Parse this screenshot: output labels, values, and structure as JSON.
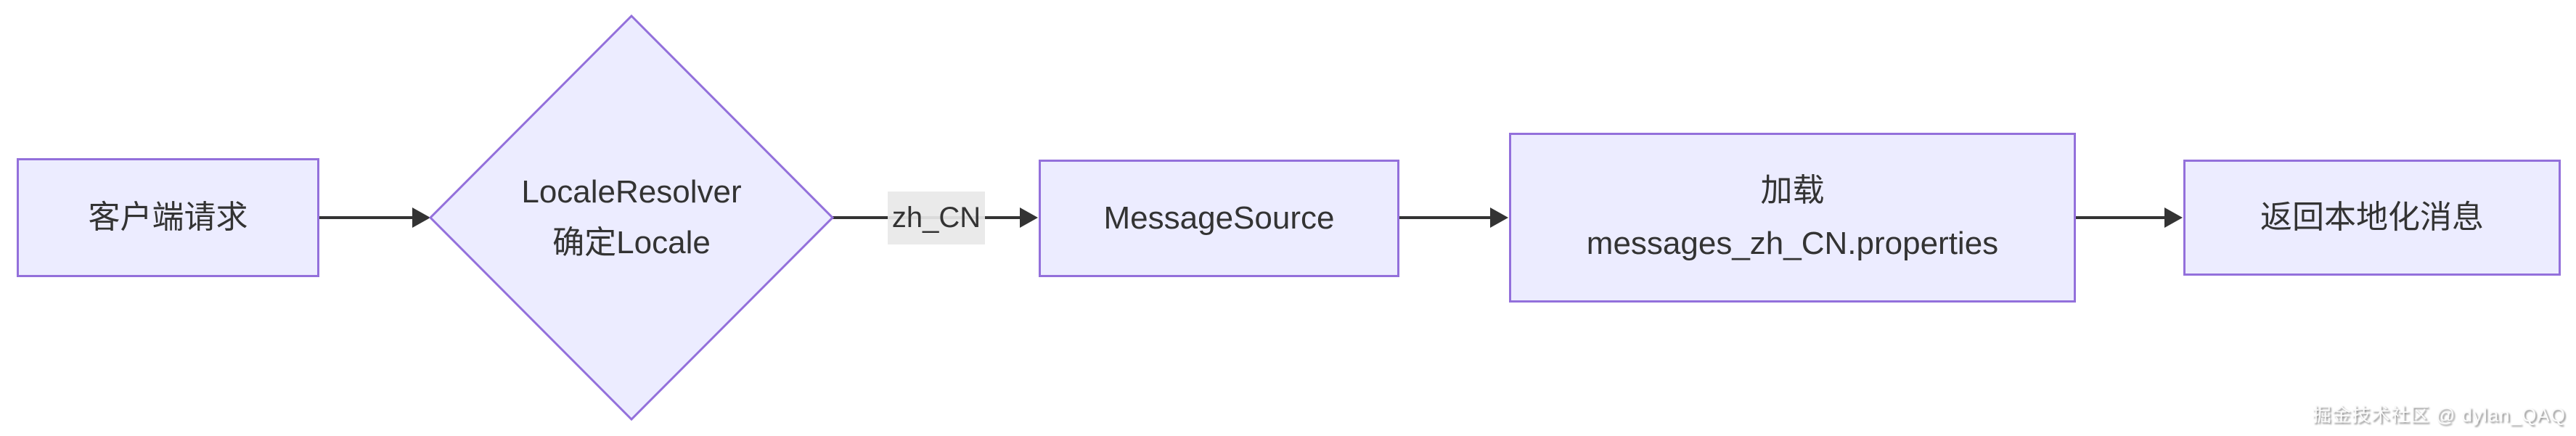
{
  "nodes": {
    "client": {
      "label": "客户端请求"
    },
    "resolver": {
      "line1": "LocaleResolver",
      "line2": "确定Locale"
    },
    "message_source": {
      "label": "MessageSource"
    },
    "load": {
      "line1": "加载",
      "line2": "messages_zh_CN.properties"
    },
    "result": {
      "label": "返回本地化消息"
    }
  },
  "edges": {
    "resolver_to_message_source": {
      "label": "zh_CN"
    }
  },
  "watermark": {
    "text": "掘金技术社区 @ dylan_QAQ"
  },
  "colors": {
    "node_fill": "#ECECFF",
    "node_border": "#9370DB",
    "arrow": "#333333",
    "text": "#333333",
    "edge_label_bg": "#E8E8E8",
    "watermark_shadow": "#8E8E8E"
  }
}
